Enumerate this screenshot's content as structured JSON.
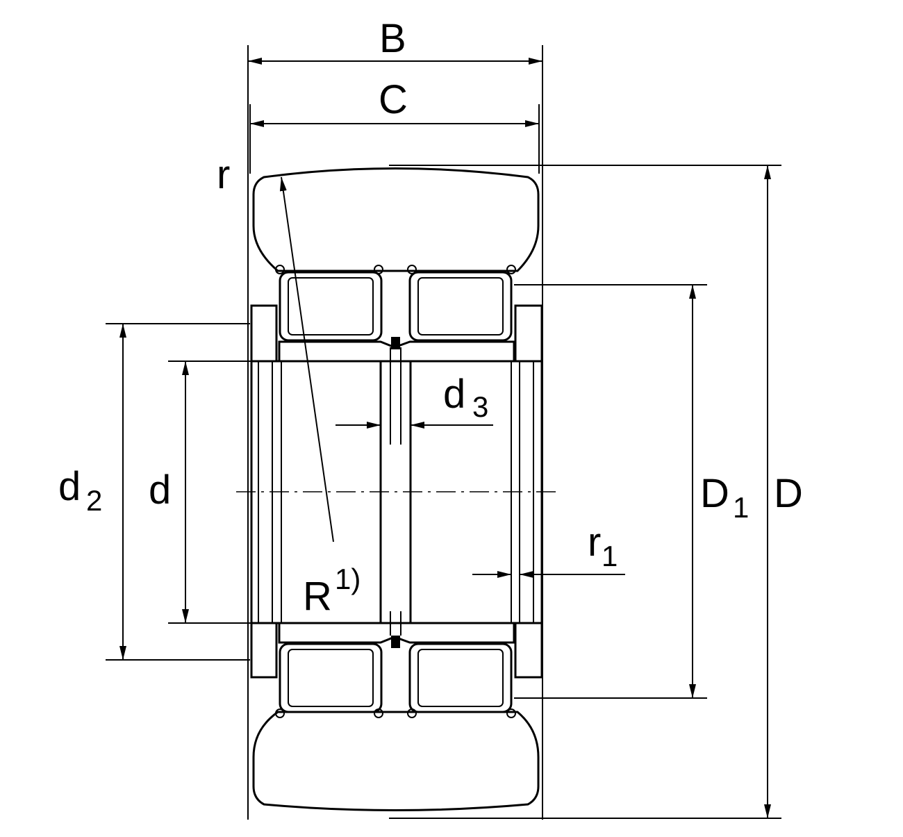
{
  "labels": {
    "B": "B",
    "C": "C",
    "r": "r",
    "d2_main": "d",
    "d2_sub": "2",
    "d": "d",
    "d3_main": "d",
    "d3_sub": "3",
    "R_main": "R",
    "R_sup": "1)",
    "r1_main": "r",
    "r1_sub": "1",
    "D1_main": "D",
    "D1_sub": "1",
    "D": "D"
  },
  "colors": {
    "line": "#000000",
    "background": "#ffffff"
  }
}
